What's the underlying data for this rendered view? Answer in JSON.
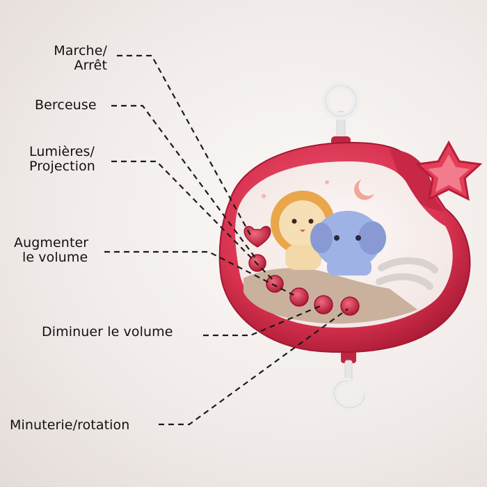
{
  "labels": {
    "power": [
      "Marche/",
      "Arrêt"
    ],
    "lullaby": "Berceuse",
    "lights": [
      "Lumières/",
      "Projection"
    ],
    "volume_up": [
      "Augmenter",
      "le volume"
    ],
    "volume_down": "Diminuer le volume",
    "timer": "Minuterie/rotation"
  },
  "colors": {
    "body": "#d8324f",
    "body_dark": "#b01c38",
    "button": "#c8203a",
    "hook": "#eeeeee",
    "star": "#e23e55",
    "leader_line": "#1a1a1a"
  },
  "icons": [
    "star-icon",
    "moon-icon",
    "lion-icon",
    "elephant-icon",
    "heart-icon"
  ]
}
